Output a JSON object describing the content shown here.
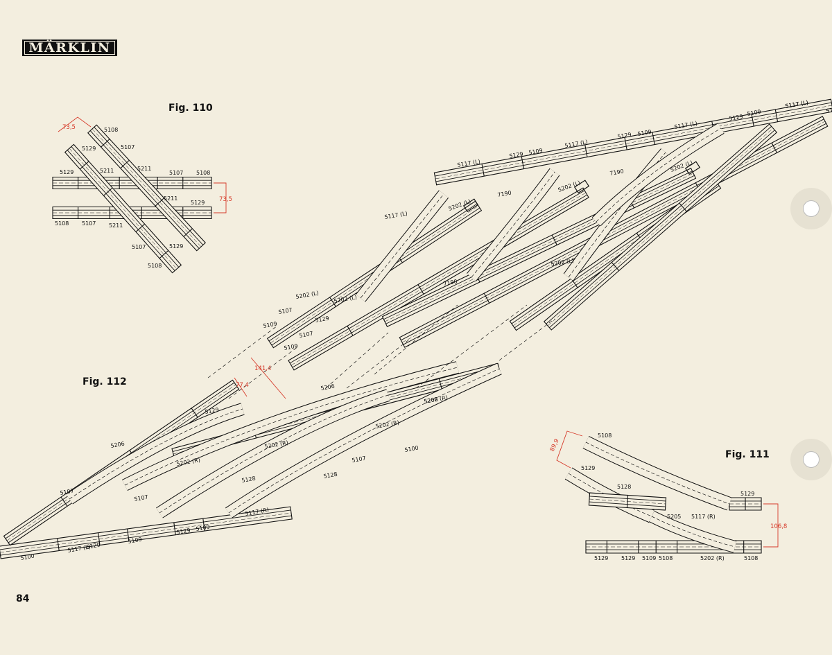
{
  "brand": "MÄRKLIN",
  "page_number": "84",
  "fig110": {
    "title": "Fig. 110",
    "dimension_offset": "73,5",
    "dimension_spacing": "73,5",
    "labels": [
      "5108",
      "5107",
      "5129",
      "5129",
      "5211",
      "5211",
      "5107",
      "5108",
      "5211",
      "5129",
      "5108",
      "5107",
      "5211",
      "5107",
      "5129",
      "5108"
    ]
  },
  "fig111": {
    "title": "Fig. 111",
    "dimension_offset": "89,9",
    "dimension_spacing": "106,8",
    "labels": [
      "5108",
      "5129",
      "5128",
      "5129",
      "5205",
      "5117 (R)",
      "5129",
      "5129",
      "5109",
      "5108",
      "5202 (R)",
      "5108"
    ]
  },
  "fig112": {
    "title": "Fig. 112",
    "dimension_a": "141,4",
    "dimension_b": "77,4",
    "labels": [
      "5117 (L)",
      "5129",
      "5109",
      "5117 (L)",
      "5129",
      "5109",
      "5117 (L)",
      "5129",
      "5109",
      "5117 (L)",
      "5129",
      "5109",
      "5117 (L)",
      "5202 (L)",
      "7190",
      "5202 (L)",
      "7190",
      "5202 (L)",
      "7190",
      "5202 (L)",
      "5202 (L)",
      "5202 (L)",
      "5107",
      "5109",
      "5129",
      "5107",
      "5109",
      "5129",
      "5206",
      "5206",
      "5206",
      "5202 (R)",
      "5202 (R)",
      "5202 (R)",
      "5202 (R)",
      "5128",
      "5128",
      "5107",
      "5107",
      "5107",
      "5117 (R)",
      "5100",
      "5100",
      "5117 (L)",
      "5129",
      "5109",
      "5129",
      "5109",
      "5117 (L)"
    ]
  },
  "colors": {
    "paper": "#f3eedf",
    "ink": "#111111",
    "dimension": "#d63a2a"
  }
}
